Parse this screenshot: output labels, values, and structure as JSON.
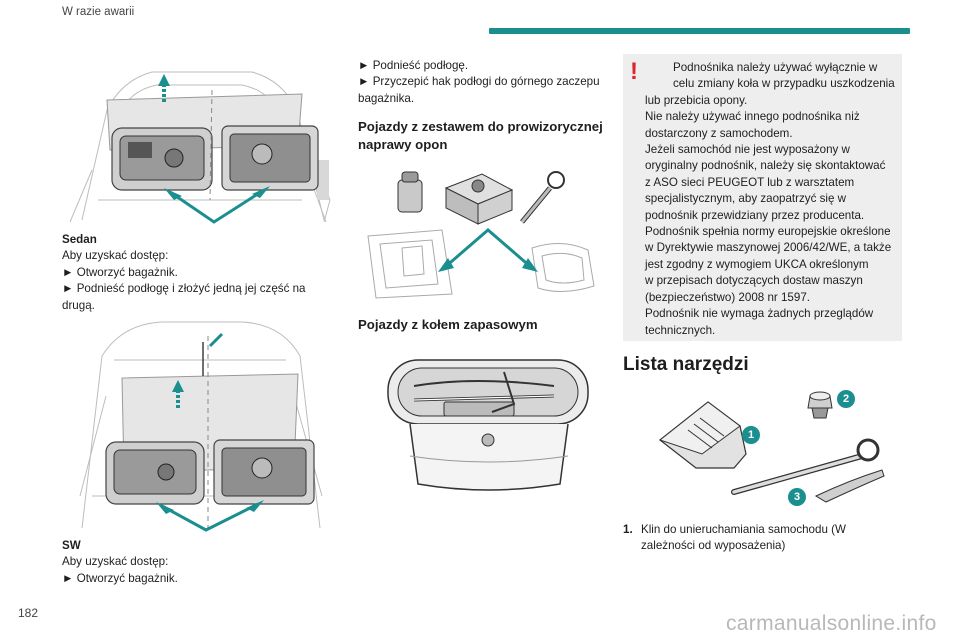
{
  "header": {
    "title": "W razie awarii"
  },
  "page_number": "182",
  "watermark": "carmanualsonline.info",
  "left_column": {
    "sedan": {
      "title": "Sedan",
      "lines": [
        "Aby uzyskać dostęp:",
        "► Otworzyć bagażnik.",
        "► Podnieść podłogę i złożyć jedną jej część na",
        "drugą."
      ]
    },
    "sw": {
      "title": "SW",
      "lines": [
        "Aby uzyskać dostęp:",
        "► Otworzyć bagażnik."
      ]
    }
  },
  "middle_column": {
    "intro_lines": [
      "► Podnieść podłogę.",
      "► Przyczepić hak podłogi do górnego zaczepu",
      "bagażnika."
    ],
    "repair_kit_heading": [
      "Pojazdy z zestawem do prowizorycznej",
      "naprawy opon"
    ],
    "spare_wheel_heading": "Pojazdy z kołem zapasowym"
  },
  "right_column": {
    "warning_lines": [
      "Podnośnika należy używać wyłącznie w",
      "celu zmiany koła w przypadku uszkodzenia",
      "lub przebicia opony.",
      "Nie należy używać innego podnośnika niż",
      "dostarczony z samochodem.",
      "Jeżeli samochód nie jest wyposażony w",
      "oryginalny podnośnik, należy się skontaktować",
      "z ASO sieci PEUGEOT lub z warsztatem",
      "specjalistycznym, aby zaopatrzyć się w",
      "podnośnik przewidziany przez producenta.",
      "Podnośnik spełnia normy europejskie określone",
      "w Dyrektywie maszynowej 2006/42/WE, a także",
      "jest zgodny z wymogiem UKCA określonym",
      "w przepisach dotyczących dostaw maszyn",
      "(bezpieczeństwo) 2008 nr 1597.",
      "Podnośnik nie wymaga żadnych przeglądów",
      "technicznych."
    ],
    "tools_heading": "Lista narzędzi",
    "callouts": [
      "1",
      "2",
      "3"
    ],
    "list": [
      {
        "num": "1.",
        "lines": [
          "Klin do unieruchamiania samochodu (W",
          "zależności od wyposażenia)"
        ]
      }
    ]
  },
  "colors": {
    "accent": "#1b8f8f",
    "warning": "#e0242e",
    "box_bg": "#eeeeee"
  }
}
